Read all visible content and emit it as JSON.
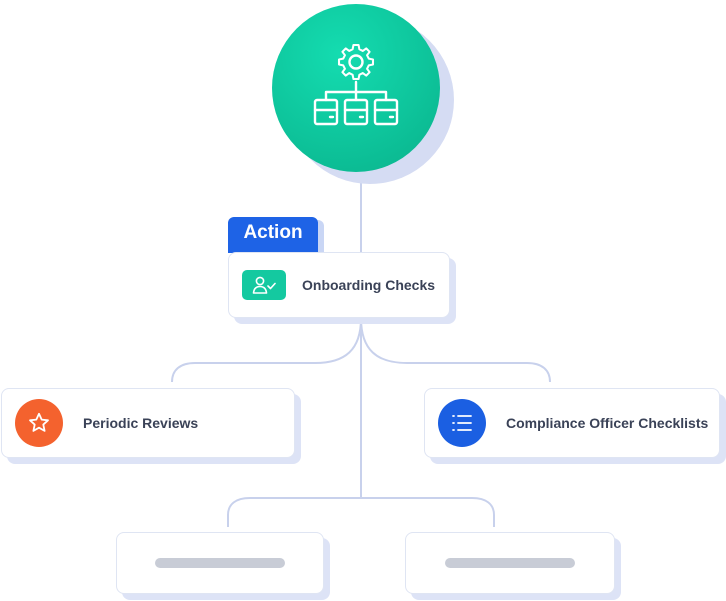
{
  "hub": {
    "icon": "gear-network-icon"
  },
  "action_tag": {
    "label": "Action"
  },
  "nodes": {
    "onboarding": {
      "label": "Onboarding Checks",
      "icon": "user-check-icon",
      "color": "#14c9a0"
    },
    "periodic": {
      "label": "Periodic Reviews",
      "icon": "star-icon",
      "color": "#f4622e"
    },
    "compliance": {
      "label": "Compliance Officer Checklists",
      "icon": "list-icon",
      "color": "#1b5fe2"
    }
  },
  "colors": {
    "hub": "#0ec59c",
    "action": "#1e63e6",
    "connector": "#c8d1ec",
    "shadow": "#dde3f6",
    "text": "#3a4257",
    "placeholder": "#c8ccd6"
  }
}
